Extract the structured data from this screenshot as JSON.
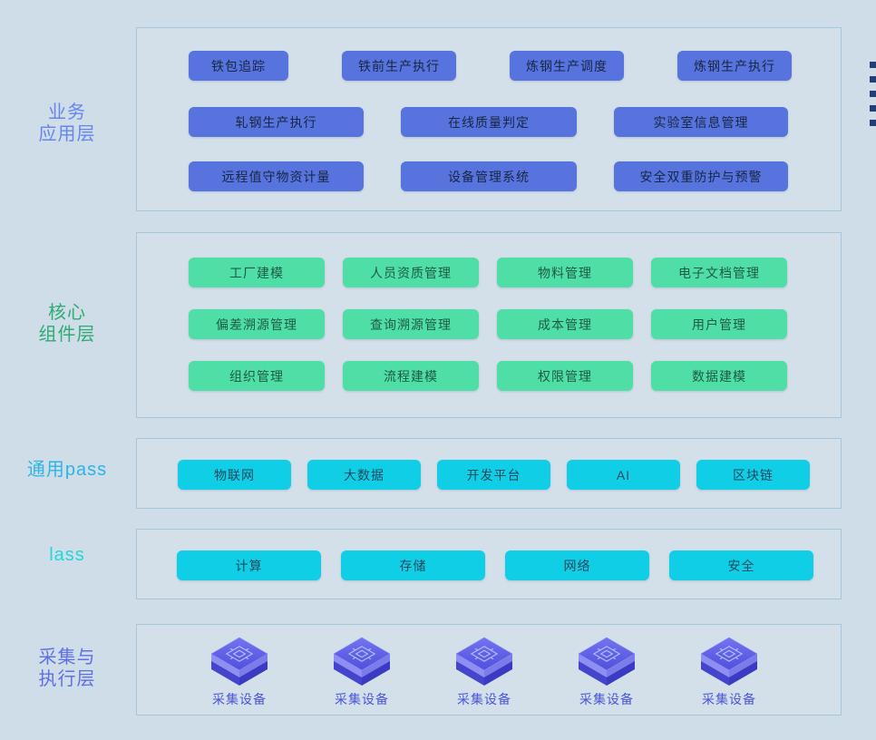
{
  "page": {
    "background_color": "#cedde8",
    "panel_border_color": "#a6c6db"
  },
  "decor": {
    "edge_dash_count": 5,
    "edge_dash_color": "#233d78"
  },
  "layers": [
    {
      "name": "business-application-layer",
      "label_line1": "业务",
      "label_line2": "应用层",
      "label_color": "#6785EB",
      "button_color": "#5673DE",
      "rows": [
        [
          "铁包追踪",
          "铁前生产执行",
          "炼钢生产调度",
          "炼钢生产执行"
        ],
        [
          "轧钢生产执行",
          "在线质量判定",
          "实验室信息管理"
        ],
        [
          "远程值守物资计量",
          "设备管理系统",
          "安全双重防护与预警"
        ]
      ]
    },
    {
      "name": "core-component-layer",
      "label_line1": "核心",
      "label_line2": "组件层",
      "label_color": "#2FAB74",
      "button_color": "#4FDFA6",
      "rows": [
        [
          "工厂建模",
          "人员资质管理",
          "物料管理",
          "电子文档管理"
        ],
        [
          "偏差溯源管理",
          "查询溯源管理",
          "成本管理",
          "用户管理"
        ],
        [
          "组织管理",
          "流程建模",
          "权限管理",
          "数据建模"
        ]
      ]
    },
    {
      "name": "general-paas-layer",
      "label_line1": "通用pass",
      "label_color": "#2FB3E6",
      "button_color": "#10CEE6",
      "rows": [
        [
          "物联网",
          "大数据",
          "开发平台",
          "AI",
          "区块链"
        ]
      ]
    },
    {
      "name": "iaas-layer",
      "label_line1": "lass",
      "label_color": "#1ED9D4",
      "button_color": "#10CEE6",
      "rows": [
        [
          "计算",
          "存储",
          "网络",
          "安全"
        ]
      ]
    },
    {
      "name": "collection-execution-layer",
      "label_line1": "采集与",
      "label_line2": "执行层",
      "label_color": "#5F6FE6",
      "devices": [
        "采集设备",
        "采集设备",
        "采集设备",
        "采集设备",
        "采集设备"
      ]
    }
  ]
}
